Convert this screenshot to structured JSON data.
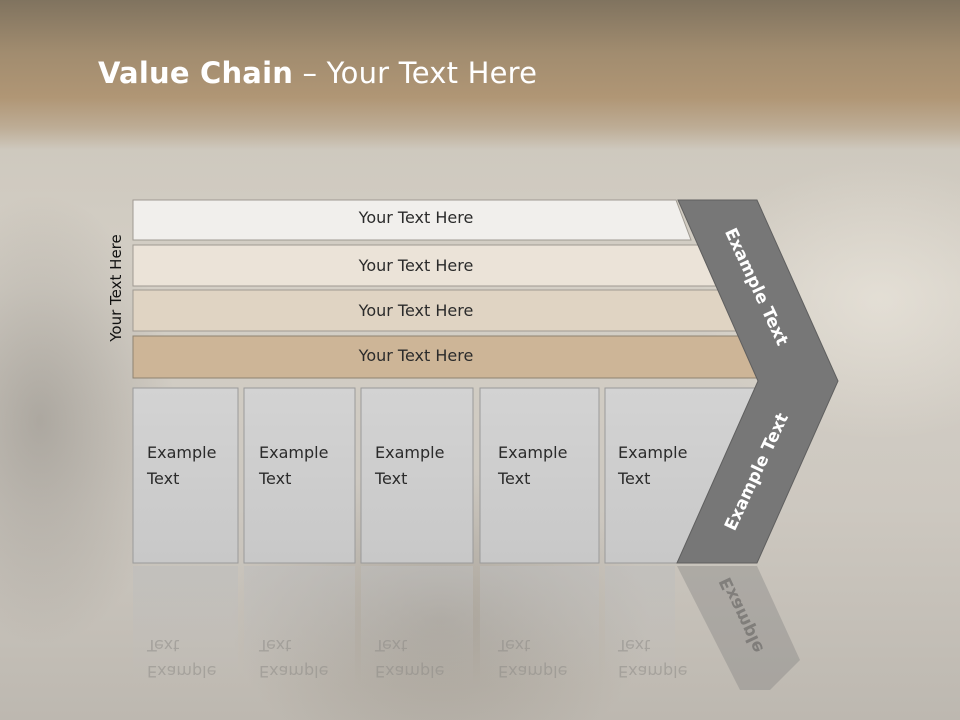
{
  "slide": {
    "title_bold": "Value Chain",
    "title_rest": " – Your Text Here"
  },
  "side_label": "Your Text Here",
  "rows": [
    {
      "label": "Your Text Here",
      "fill": "#f1efec"
    },
    {
      "label": "Your Text Here",
      "fill": "#ebe3d8"
    },
    {
      "label": "Your Text Here",
      "fill": "#e0d4c3"
    },
    {
      "label": "Your Text Here",
      "fill": "#cdb597"
    }
  ],
  "columns": [
    {
      "line1": "Example",
      "line2": "Text"
    },
    {
      "line1": "Example",
      "line2": "Text"
    },
    {
      "line1": "Example",
      "line2": "Text"
    },
    {
      "line1": "Example",
      "line2": "Text"
    },
    {
      "line1": "Example",
      "line2": "Text"
    }
  ],
  "arrow": {
    "top_label": "Example Text",
    "bottom_label": "Example Text",
    "reflection_label": "Example",
    "fill": "#777777"
  },
  "colors": {
    "column_fill": "#cfcfcf",
    "column_border": "#9a9a9a",
    "title_band": "#a88f70"
  }
}
